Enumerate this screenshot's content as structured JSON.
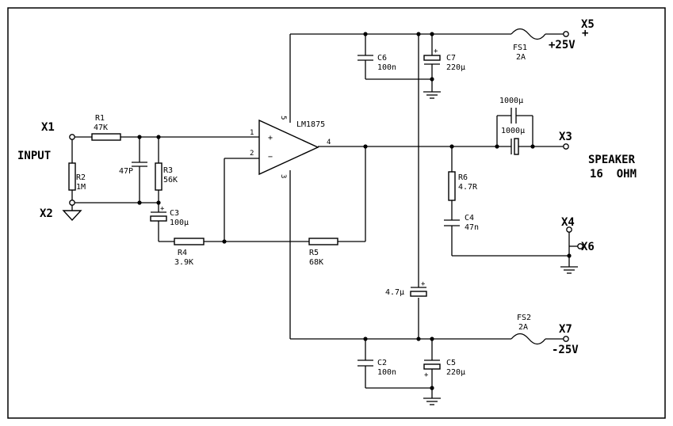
{
  "terminals": {
    "x1": "X1",
    "x2": "X2",
    "x3": "X3",
    "x4": "X4",
    "x5": "X5",
    "x6": "X6",
    "x7": "X7"
  },
  "labels": {
    "input": "INPUT",
    "speaker": "SPEAKER",
    "speaker_imp": "16  OHM",
    "plus": "+",
    "v_pos": "+25V",
    "v_neg": "-25V"
  },
  "ic": {
    "name": "LM1875",
    "pin1": "1",
    "pin2": "2",
    "pin3": "3",
    "pin4": "4",
    "pin5": "5",
    "in_plus": "+",
    "in_minus": "−"
  },
  "components": {
    "r1": {
      "ref": "R1",
      "value": "47K"
    },
    "r2": {
      "ref": "R2",
      "value": "1M"
    },
    "r3": {
      "ref": "R3",
      "value": "56K"
    },
    "r4": {
      "ref": "R4",
      "value": "3.9K"
    },
    "r5": {
      "ref": "R5",
      "value": "68K"
    },
    "r6": {
      "ref": "R6",
      "value": "4.7R"
    },
    "c_in": {
      "value": "47P"
    },
    "c3": {
      "ref": "C3",
      "value": "100µ"
    },
    "c4": {
      "ref": "C4",
      "value": "47n"
    },
    "c6": {
      "ref": "C6",
      "value": "100n"
    },
    "c7": {
      "ref": "C7",
      "value": "220µ"
    },
    "c2": {
      "ref": "C2",
      "value": "100n"
    },
    "c5": {
      "ref": "C5",
      "value": "220µ"
    },
    "c_rail": {
      "value": "4.7µ"
    },
    "c_out1": {
      "value": "1000µ"
    },
    "c_out2": {
      "value": "1000µ"
    },
    "fs1": {
      "ref": "FS1",
      "value": "2A"
    },
    "fs2": {
      "ref": "FS2",
      "value": "2A"
    }
  }
}
